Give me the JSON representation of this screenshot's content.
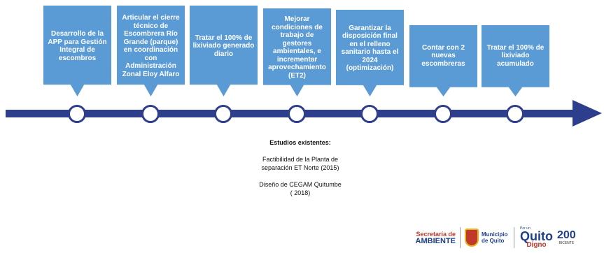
{
  "milestones": [
    "Desarrollo de la APP para Gestión Integral de escombros",
    "Articular el cierre técnico de Escombrera Río Grande (parque) en coordinación con Administración Zonal Eloy Alfaro",
    "Tratar el 100% de lixiviado generado diario",
    "Mejorar condiciones de trabajo de gestores ambientales, e incrementar aprovechamiento (ET2)",
    "Garantizar la disposición final en el relleno sanitario hasta el 2024 (optimización)",
    "Contar con 2 nuevas escombreras",
    "Tratar el 100% de lixiviado acumulado"
  ],
  "note": {
    "heading": "Estudios existentes:",
    "body": "Factibilidad de la Planta de separación ET Norte (2015)\n\nDiseño de CEGAM Quitumbe ( 2018)"
  },
  "logos": {
    "secretaria_line1": "Secretaría de",
    "secretaria_line2": "AMBIENTE",
    "municipio": "Municipio de Quito",
    "quito_prefix": "Por un",
    "quito": "Quito",
    "quito_suffix": "Digno",
    "bicentenario_num": "200",
    "bicentenario_text": "BICENTE"
  },
  "colors": {
    "callout": "#5b9bd5",
    "axis": "#2c3e8c"
  }
}
